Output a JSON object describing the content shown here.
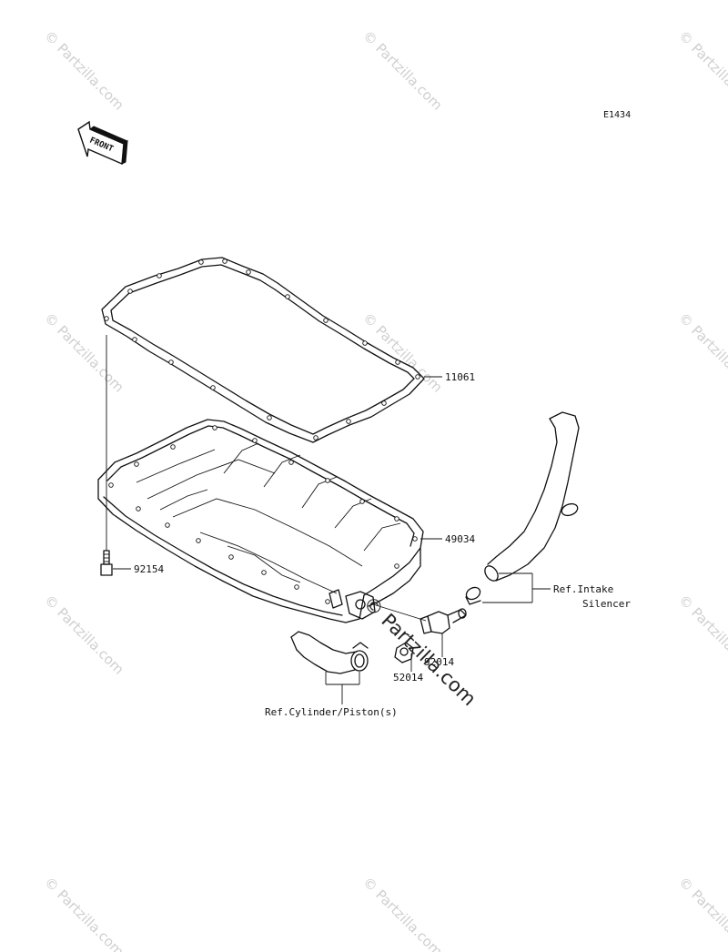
{
  "diagram_code": "E1434",
  "front_label": "FRONT",
  "watermark": {
    "tile_text": "© Partzilla.com",
    "center_text": "© Partzilla.com"
  },
  "parts": [
    {
      "id": "gasket",
      "number": "11061"
    },
    {
      "id": "oil-pan",
      "number": "49034"
    },
    {
      "id": "bolt",
      "number": "92154"
    },
    {
      "id": "fitting",
      "number": "92014"
    },
    {
      "id": "clamp",
      "number": "52014"
    }
  ],
  "references": {
    "intake_line1": "Ref.Intake",
    "intake_line2": "Silencer",
    "cylinder": "Ref.Cylinder/Piston(s)"
  }
}
